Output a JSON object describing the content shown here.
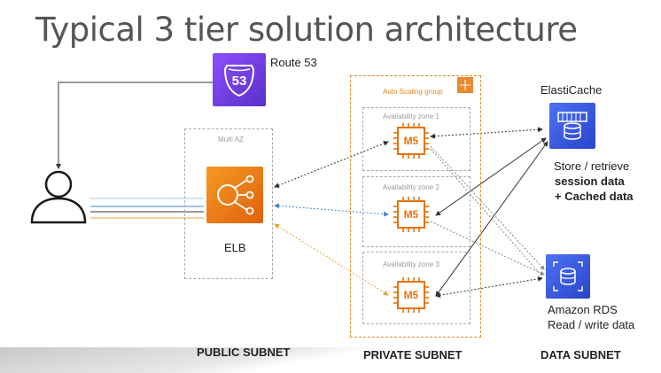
{
  "title": "Typical 3 tier solution architecture",
  "route53": {
    "label": "Route 53",
    "badge": "53",
    "color": "#7b3fd6"
  },
  "multi_az": {
    "label": "Multi AZ"
  },
  "elb": {
    "label": "ELB",
    "color": "#e8730c"
  },
  "asg": {
    "label": "Auto Scaling group",
    "color": "#e8892c"
  },
  "zones": [
    {
      "label": "Availability zone 1",
      "instance": "M5"
    },
    {
      "label": "Availability zone 2",
      "instance": "M5"
    },
    {
      "label": "Availability zone 3",
      "instance": "M5"
    }
  ],
  "elasticache": {
    "title": "ElastiCache",
    "desc_line1": "Store / retrieve",
    "desc_line2": "session data",
    "desc_line3": "+ Cached data",
    "color": "#2b4fd4"
  },
  "rds": {
    "line1": "Amazon RDS",
    "line2": "Read / write data",
    "color": "#2b4fd4"
  },
  "subnets": {
    "public": "PUBLIC SUBNET",
    "private": "PRIVATE SUBNET",
    "data": "DATA SUBNET"
  },
  "colors": {
    "line_grey": "#333333",
    "line_blue": "#4a86c8",
    "line_orange": "#e8a33c",
    "line_pale_blue": "#a9c9e8"
  }
}
